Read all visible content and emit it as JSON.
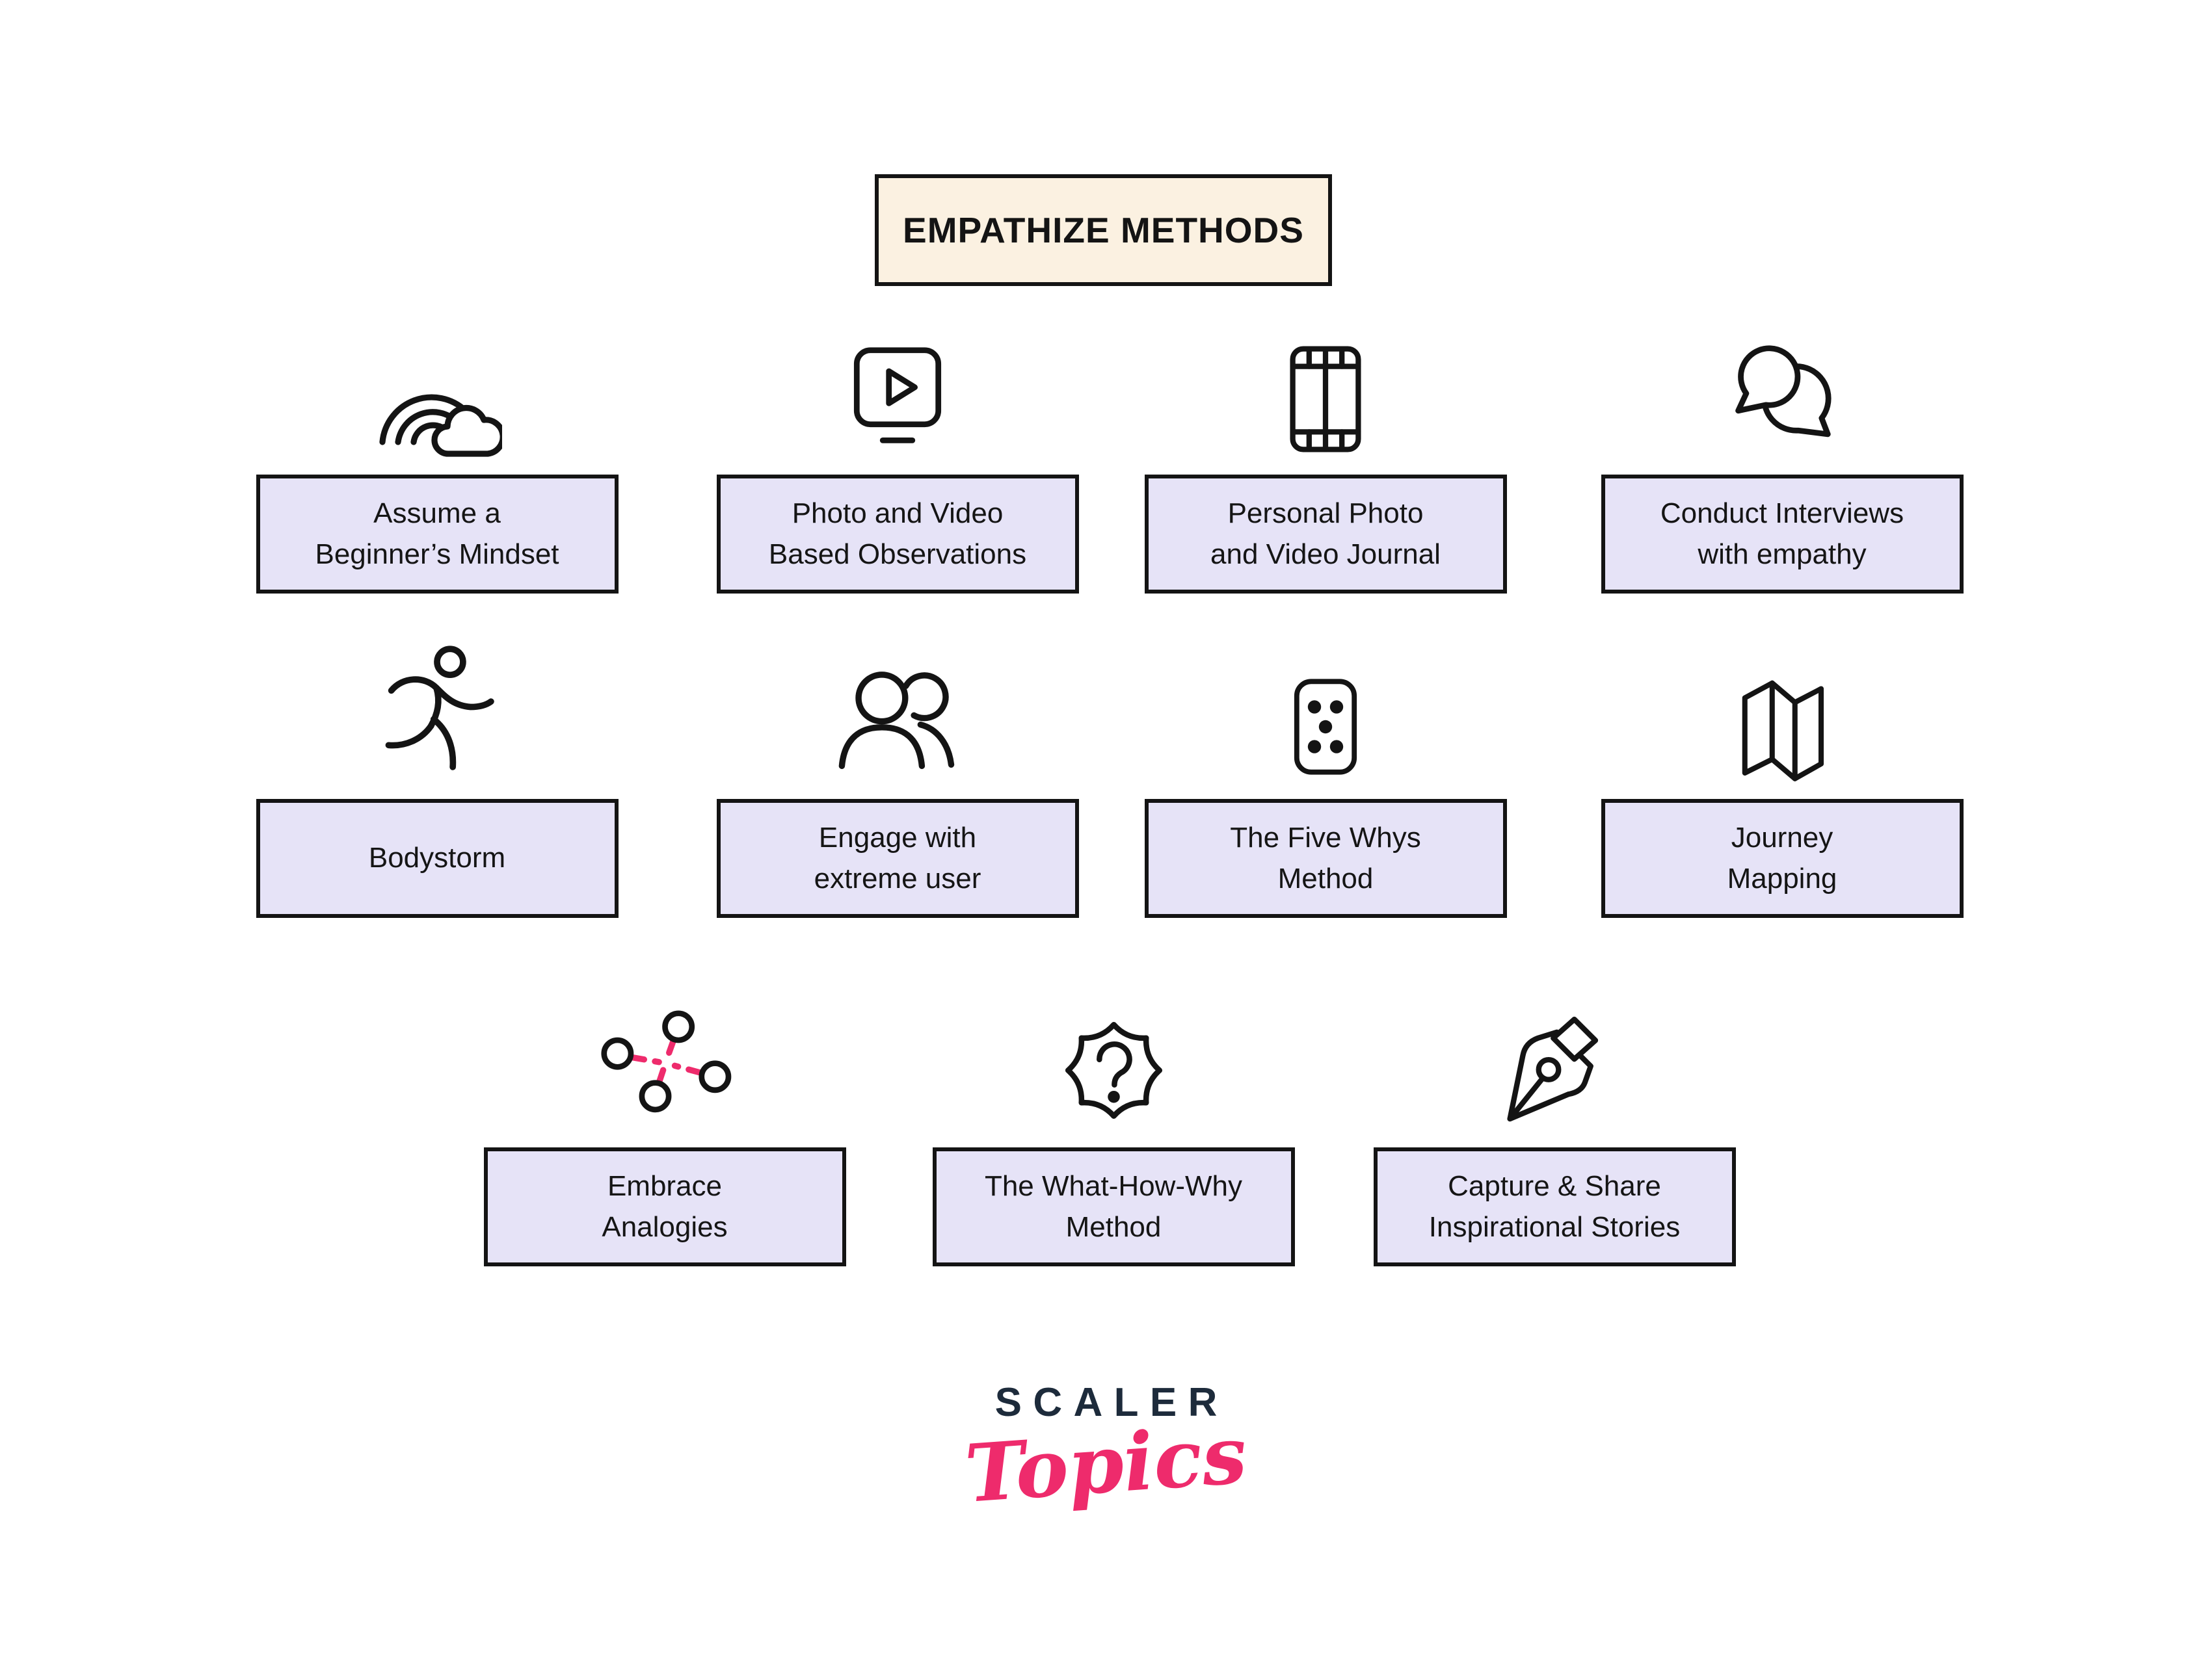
{
  "title": "EMPATHIZE METHODS",
  "colors": {
    "ink": "#141414",
    "box-fill": "#e6e3f7",
    "title-fill": "#fbf1e1",
    "accent-pink": "#ee2b6c",
    "navy": "#1d2b3b",
    "page-bg": "#ffffff"
  },
  "methods": [
    {
      "icon": "rainbow-cloud-icon",
      "line1": "Assume a",
      "line2": "Beginner’s Mindset"
    },
    {
      "icon": "video-player-icon",
      "line1": "Photo and Video",
      "line2": "Based Observations"
    },
    {
      "icon": "film-strip-icon",
      "line1": "Personal Photo",
      "line2": "and Video Journal"
    },
    {
      "icon": "chat-bubbles-icon",
      "line1": "Conduct Interviews",
      "line2": "with empathy"
    },
    {
      "icon": "running-person-icon",
      "line1": "Bodystorm",
      "line2": ""
    },
    {
      "icon": "two-users-icon",
      "line1": "Engage with",
      "line2": "extreme user"
    },
    {
      "icon": "dice-five-icon",
      "line1": "The Five Whys",
      "line2": "Method"
    },
    {
      "icon": "folded-map-icon",
      "line1": "Journey",
      "line2": "Mapping"
    },
    {
      "icon": "network-nodes-icon",
      "line1": "Embrace",
      "line2": "Analogies"
    },
    {
      "icon": "question-badge-icon",
      "line1": "The What-How-Why",
      "line2": "Method"
    },
    {
      "icon": "pen-nib-icon",
      "line1": "Capture & Share",
      "line2": "Inspirational Stories"
    }
  ],
  "logo": {
    "primary": "SCALER",
    "secondary": "Topics"
  }
}
